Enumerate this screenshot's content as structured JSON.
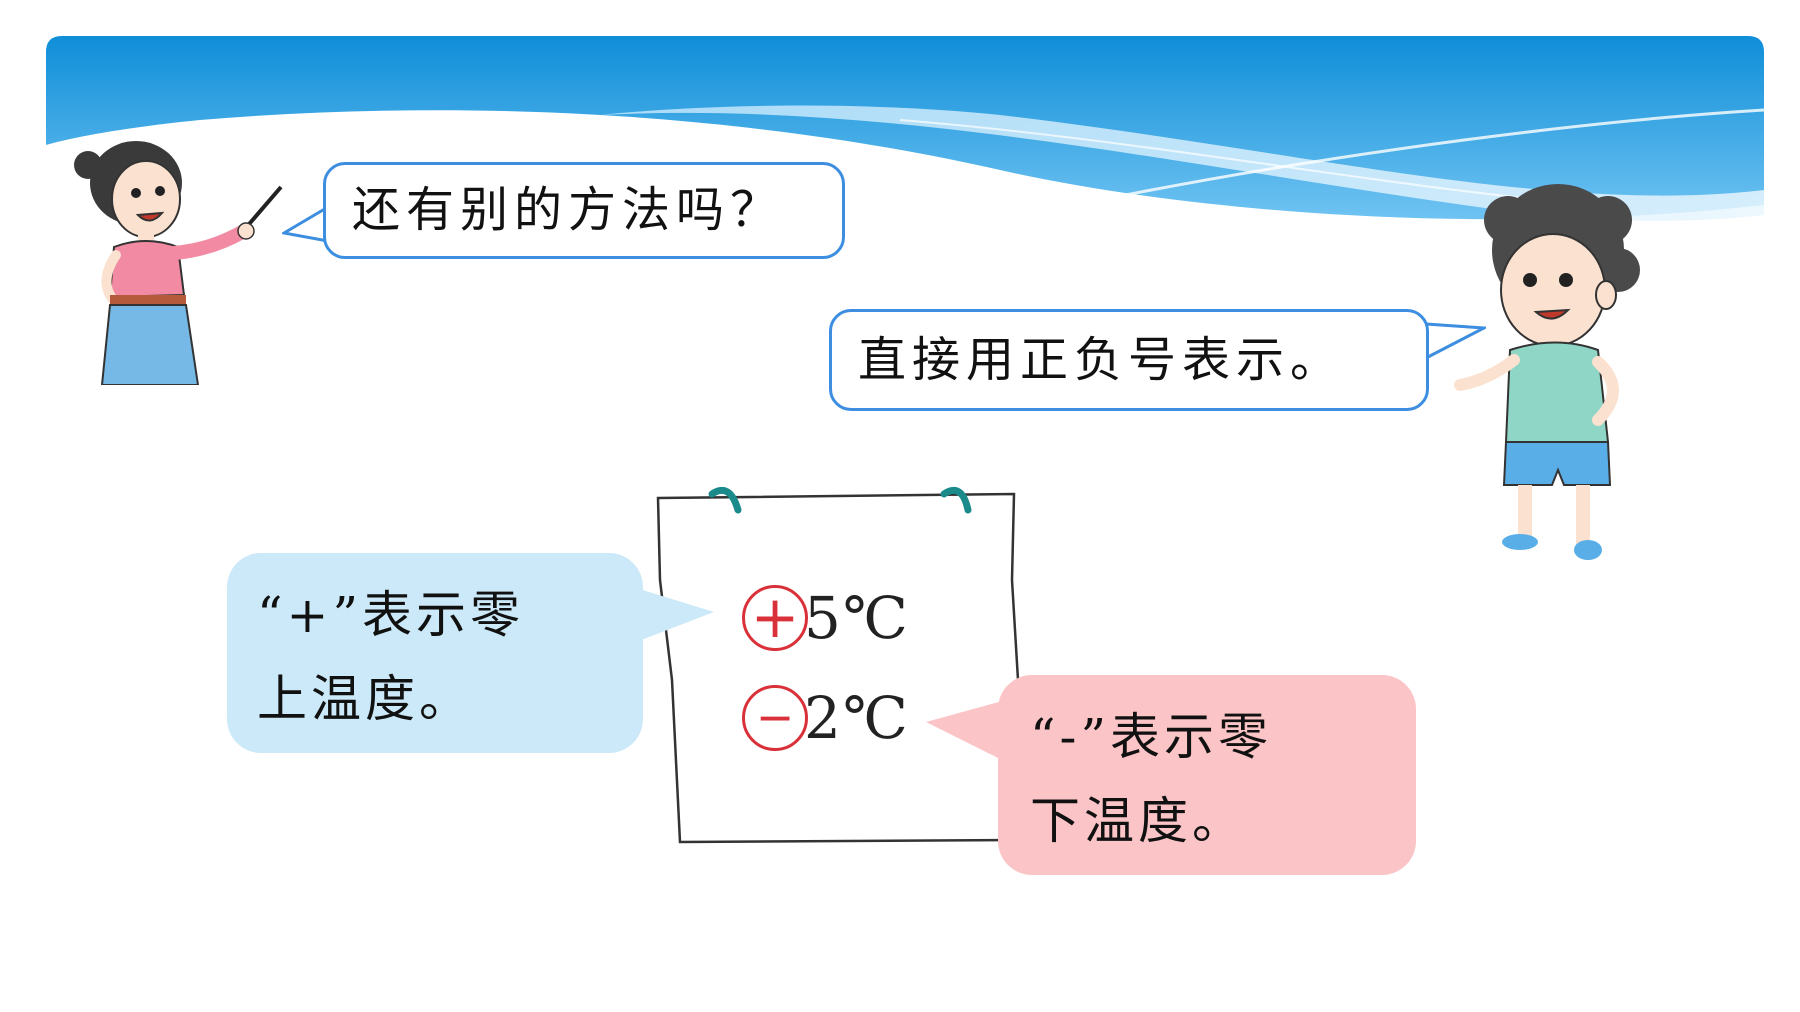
{
  "teacher_bubble": {
    "text": "还有别的方法吗？"
  },
  "boy_bubble": {
    "text": "直接用正负号表示。"
  },
  "plus_note": {
    "line1": "“+”表示零",
    "line2": "上温度。"
  },
  "minus_note": {
    "line1": "“-”表示零",
    "line2": "下温度。"
  },
  "readings": [
    {
      "sign": "+",
      "value": "5℃"
    },
    {
      "sign": "−",
      "value": "2℃"
    }
  ],
  "colors": {
    "header_blue": "#1a9be0",
    "bubble_border": "#3d8ee0",
    "plus_note_bg": "#cbe9f8",
    "minus_note_bg": "#fbc4c7",
    "sign_red": "#d9313a"
  }
}
